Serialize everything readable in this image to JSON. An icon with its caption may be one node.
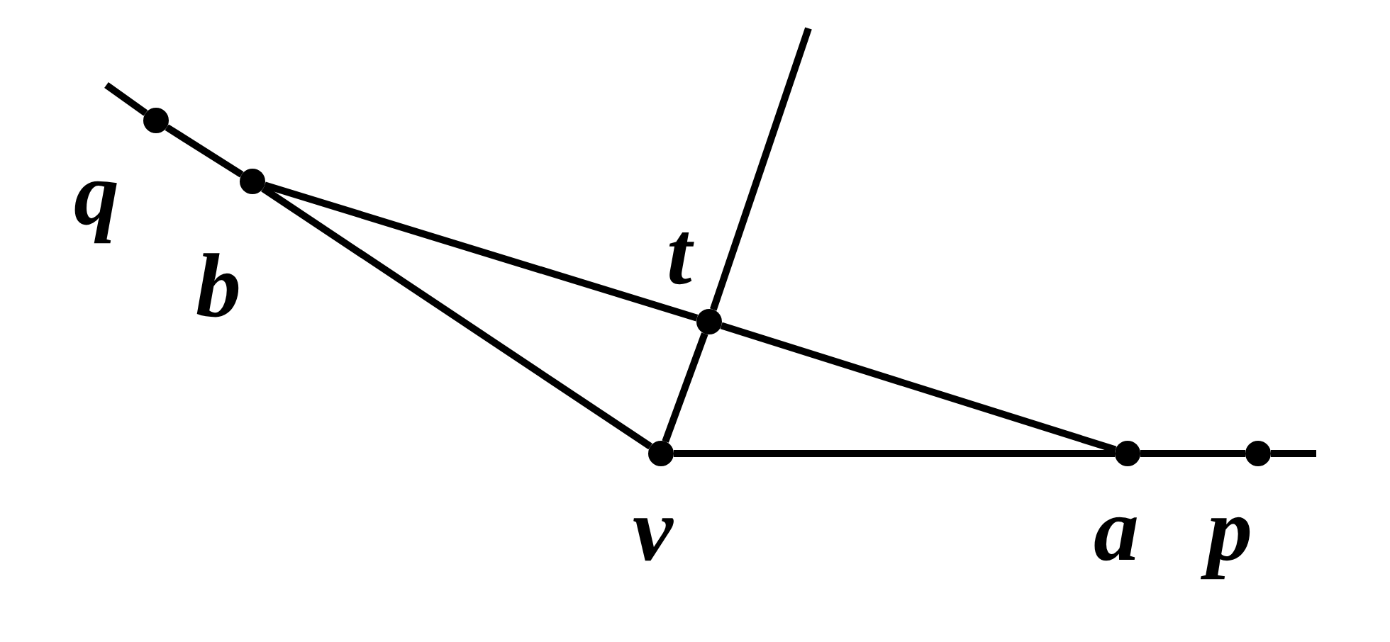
{
  "diagram": {
    "nodes": [
      {
        "text": [],
        "shape": "circle",
        "beside": [
          "q"
        ]
      },
      {
        "text": [],
        "shape": "circle",
        "beside": [
          "b"
        ]
      },
      {
        "text": [],
        "shape": "circle",
        "beside": [
          "t"
        ]
      },
      {
        "text": [],
        "shape": "circle",
        "beside": [
          "v"
        ]
      },
      {
        "text": [],
        "shape": "circle",
        "beside": [
          "a"
        ]
      },
      {
        "text": [],
        "shape": "circle",
        "beside": [
          "p"
        ]
      }
    ],
    "edges": [
      {
        "from": null,
        "to": 0,
        "arrow": "none"
      },
      {
        "from": 0,
        "to": 1,
        "arrow": "none"
      },
      {
        "from": 1,
        "to": 3,
        "arrow": "none"
      },
      {
        "from": 1,
        "to": 2,
        "arrow": "none"
      },
      {
        "from": 2,
        "to": 4,
        "arrow": "none"
      },
      {
        "from": 3,
        "to": 2,
        "arrow": "none"
      },
      {
        "from": 2,
        "to": null,
        "arrow": "none"
      },
      {
        "from": 3,
        "to": 4,
        "arrow": "none"
      },
      {
        "from": 4,
        "to": 5,
        "arrow": "none"
      },
      {
        "from": 5,
        "to": null,
        "arrow": "none"
      }
    ]
  }
}
